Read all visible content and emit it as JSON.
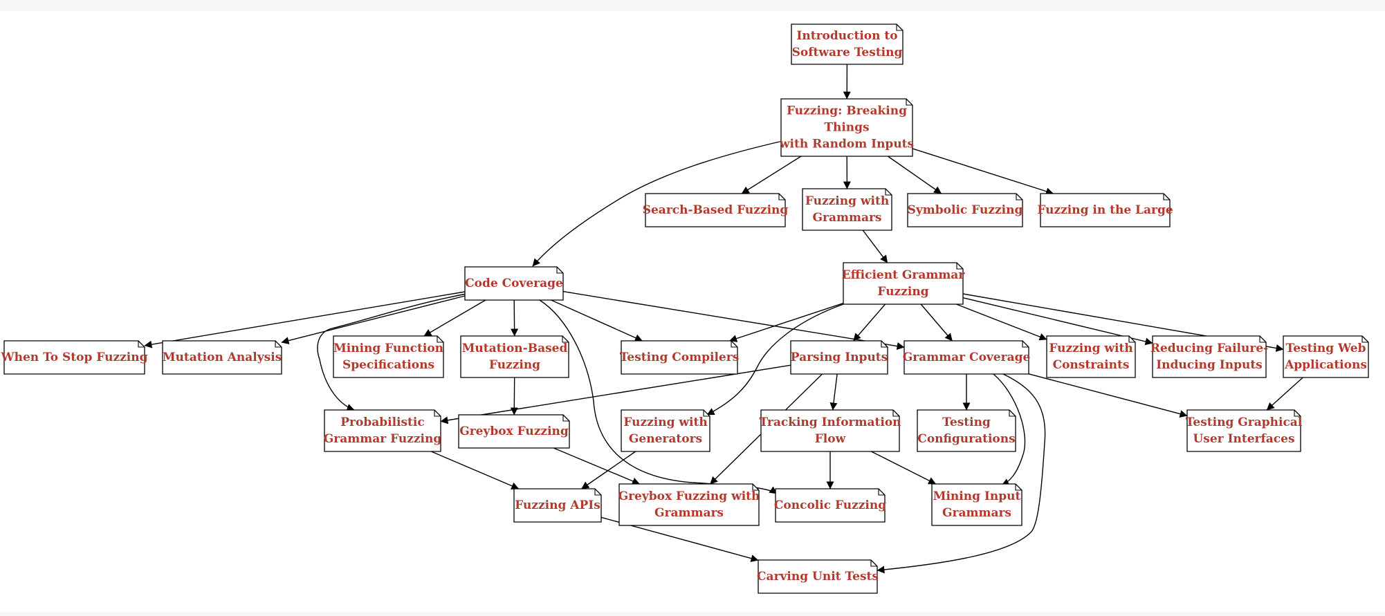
{
  "nodes": {
    "intro": {
      "lines": [
        "Introduction to",
        "Software Testing"
      ]
    },
    "fuzzing": {
      "lines": [
        "Fuzzing: Breaking",
        "Things",
        "with Random Inputs"
      ]
    },
    "search": {
      "lines": [
        "Search-Based Fuzzing"
      ]
    },
    "gram": {
      "lines": [
        "Fuzzing with",
        "Grammars"
      ]
    },
    "symb": {
      "lines": [
        "Symbolic Fuzzing"
      ]
    },
    "large": {
      "lines": [
        "Fuzzing in the Large"
      ]
    },
    "cov": {
      "lines": [
        "Code Coverage"
      ]
    },
    "eff": {
      "lines": [
        "Efficient Grammar",
        "Fuzzing"
      ]
    },
    "stop": {
      "lines": [
        "When To Stop Fuzzing"
      ]
    },
    "mut": {
      "lines": [
        "Mutation Analysis"
      ]
    },
    "mining": {
      "lines": [
        "Mining Function",
        "Specifications"
      ]
    },
    "mutfuzz": {
      "lines": [
        "Mutation-Based",
        "Fuzzing"
      ]
    },
    "comp": {
      "lines": [
        "Testing Compilers"
      ]
    },
    "parse": {
      "lines": [
        "Parsing Inputs"
      ]
    },
    "gcov": {
      "lines": [
        "Grammar Coverage"
      ]
    },
    "constr": {
      "lines": [
        "Fuzzing with",
        "Constraints"
      ]
    },
    "reduce": {
      "lines": [
        "Reducing Failure-",
        "Inducing Inputs"
      ]
    },
    "web": {
      "lines": [
        "Testing Web",
        "Applications"
      ]
    },
    "prob": {
      "lines": [
        "Probabilistic",
        "Grammar Fuzzing"
      ]
    },
    "grey": {
      "lines": [
        "Greybox Fuzzing"
      ]
    },
    "gen": {
      "lines": [
        "Fuzzing with",
        "Generators"
      ]
    },
    "track": {
      "lines": [
        "Tracking Information",
        "Flow"
      ]
    },
    "config": {
      "lines": [
        "Testing",
        "Configurations"
      ]
    },
    "gui": {
      "lines": [
        "Testing Graphical",
        "User Interfaces"
      ]
    },
    "api": {
      "lines": [
        "Fuzzing APIs"
      ]
    },
    "greyg": {
      "lines": [
        "Greybox Fuzzing with",
        "Grammars"
      ]
    },
    "conc": {
      "lines": [
        "Concolic Fuzzing"
      ]
    },
    "mingram": {
      "lines": [
        "Mining Input",
        "Grammars"
      ]
    },
    "carve": {
      "lines": [
        "Carving Unit Tests"
      ]
    }
  },
  "edges": [
    [
      "intro",
      "fuzzing"
    ],
    [
      "fuzzing",
      "cov"
    ],
    [
      "fuzzing",
      "search"
    ],
    [
      "fuzzing",
      "gram"
    ],
    [
      "fuzzing",
      "symb"
    ],
    [
      "fuzzing",
      "large"
    ],
    [
      "gram",
      "eff"
    ],
    [
      "cov",
      "stop"
    ],
    [
      "cov",
      "mut"
    ],
    [
      "cov",
      "mining"
    ],
    [
      "cov",
      "mutfuzz"
    ],
    [
      "cov",
      "comp"
    ],
    [
      "cov",
      "gcov"
    ],
    [
      "cov",
      "prob"
    ],
    [
      "cov",
      "conc"
    ],
    [
      "eff",
      "comp"
    ],
    [
      "eff",
      "parse"
    ],
    [
      "eff",
      "gcov"
    ],
    [
      "eff",
      "constr"
    ],
    [
      "eff",
      "reduce"
    ],
    [
      "eff",
      "web"
    ],
    [
      "eff",
      "gen"
    ],
    [
      "mutfuzz",
      "grey"
    ],
    [
      "parse",
      "prob"
    ],
    [
      "parse",
      "track"
    ],
    [
      "parse",
      "greyg"
    ],
    [
      "gcov",
      "config"
    ],
    [
      "gcov",
      "gui"
    ],
    [
      "gcov",
      "mingram"
    ],
    [
      "gcov",
      "carve"
    ],
    [
      "web",
      "gui"
    ],
    [
      "prob",
      "api"
    ],
    [
      "grey",
      "greyg"
    ],
    [
      "gen",
      "api"
    ],
    [
      "track",
      "conc"
    ],
    [
      "track",
      "mingram"
    ],
    [
      "api",
      "carve"
    ]
  ]
}
